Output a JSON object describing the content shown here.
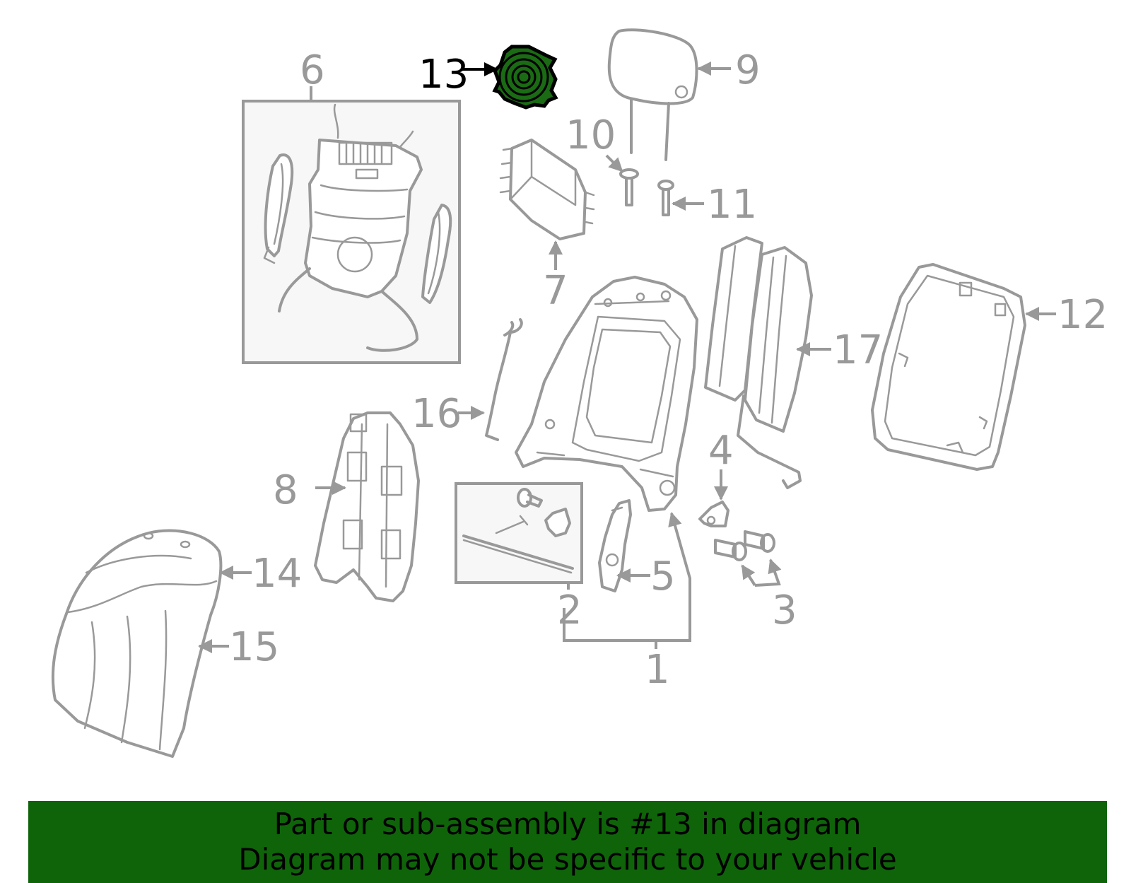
{
  "highlighted_part": "13",
  "highlight_color": "#1a6b13",
  "banner_color": "#0f640a",
  "callouts": {
    "c1": "1",
    "c2": "2",
    "c3": "3",
    "c4": "4",
    "c5": "5",
    "c6": "6",
    "c7": "7",
    "c8": "8",
    "c9": "9",
    "c10": "10",
    "c11": "11",
    "c12": "12",
    "c13": "13",
    "c14": "14",
    "c15": "15",
    "c16": "16",
    "c17": "17"
  },
  "banner": {
    "line1": "Part or sub-assembly is #13 in diagram",
    "line2": "Diagram may not be specific to your vehicle"
  }
}
